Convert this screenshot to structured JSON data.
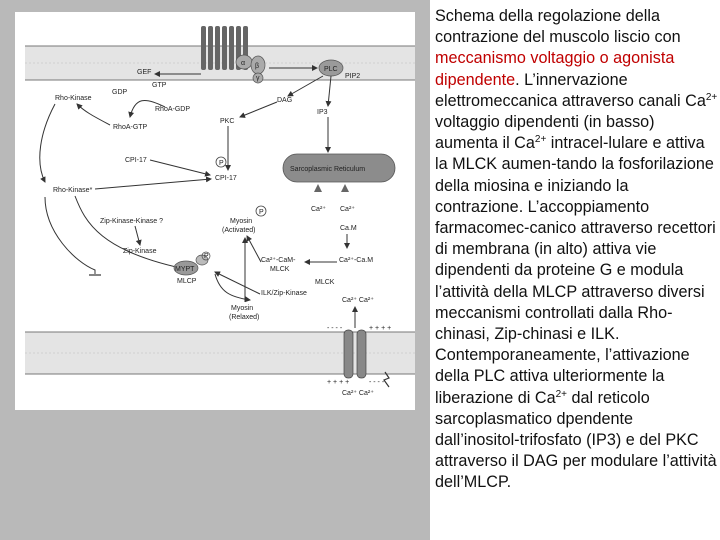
{
  "text": {
    "t1": "Schema della regolazione della contrazione del muscolo liscio con ",
    "t_red": "meccanismo voltaggio o agonista dipendente",
    "t2": ". L’innervazione elettromeccanica attraverso canali Ca",
    "sup1": "2+",
    "t3": " voltaggio dipendenti (in basso) aumenta il Ca",
    "sup2": "2+",
    "t4": " intracel-lulare e attiva la MLCK aumen-tando la fosforilazione della miosina e iniziando la contrazione. L’accoppiamento farmacomec-canico  attraverso recettori di membrana (in alto) attiva vie dipendenti da proteine G e modula l’attività della MLCP attraverso diversi meccanismi controllati dalla Rho-chinasi, Zip-chinasi e ILK. Contemporaneamente, l’attivazione della PLC attiva ulteriormente  la liberazione di Ca",
    "sup3": "2+",
    "t5": "  dal reticolo sarcoplasmatico dpendente dall’inositol-trifosfato (IP3) e del PKC attraverso il DAG per modulare l’attività dell’MLCP."
  },
  "diagram": {
    "gef": "GEF",
    "gtp": "GTP",
    "gdp": "GDP",
    "rho_kinase": "Rho-Kinase",
    "rhoa_gdp": "RhoA-GDP",
    "rhoa_gtp": "RhoA-GTP",
    "alpha": "α",
    "beta": "β",
    "gamma": "γ",
    "plc": "PLC",
    "pip2": "PIP2",
    "dag": "DAG",
    "ip3": "IP3",
    "pkc": "PKC",
    "cpi17": "CPI-17",
    "cpi17b": "CPI-17",
    "p1": "P",
    "p2": "P",
    "p3": "P",
    "rho_kinase_star": "Rho-Kinase*",
    "zip_kinase_kinase": "Zip-Kinase-Kinase ?",
    "zip_kinase": "Zip-Kinase",
    "sr": "Sarcoplasmic Reticulum",
    "ca_sr1": "Ca²⁺",
    "ca_sr2": "Ca²⁺",
    "cam1": "Ca.M",
    "myosin_act1": "Myosin",
    "myosin_act2": "(Activated)",
    "ca_cam_mlck1": "Ca²⁺-CaM-",
    "ca_cam_mlck2": "MLCK",
    "ca_cam": "Ca²⁺-Ca.M",
    "mlck": "MLCK",
    "mypt": "MYPT",
    "mlcp": "MLCP",
    "ilk_zip": "ILK/Zip-Kinase",
    "myosin_rel1": "Myosin",
    "myosin_rel2": "(Relaxed)",
    "ca_pair": "Ca²⁺  Ca²⁺",
    "ca_bottom": "Ca²⁺ Ca²⁺",
    "minus_top": "- - - -",
    "plus_top": "+ + + +",
    "plus_bot": "+ + + +",
    "minus_bot": "- - - -"
  }
}
